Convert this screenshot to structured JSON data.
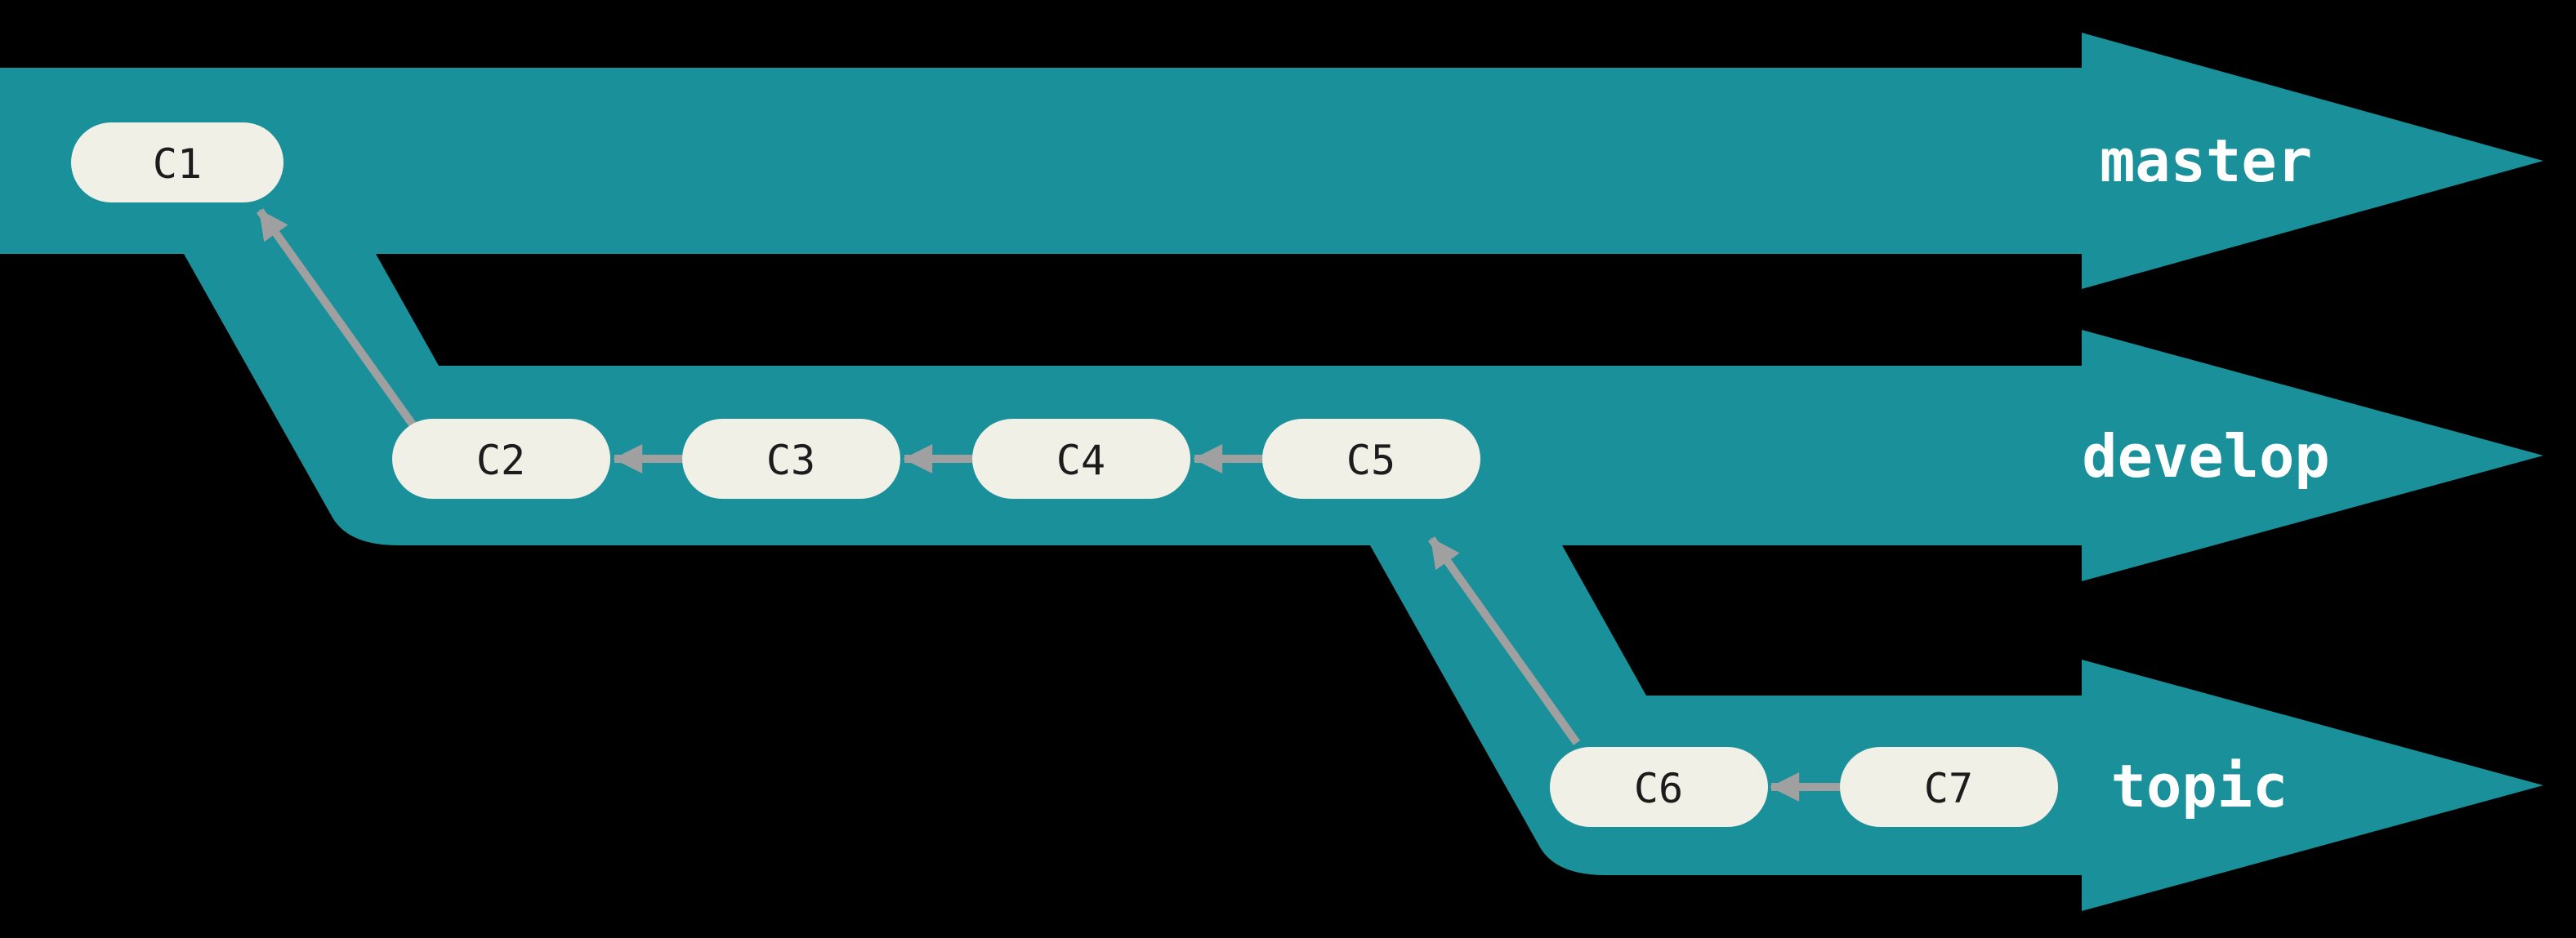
{
  "figure": {
    "kind": "git-branching-diagram",
    "background_color": "#000000",
    "colors": {
      "branch_band": "#19909a",
      "commit_node_fill": "#f1f0e7",
      "commit_text": "#1c1c1c",
      "arrow": "#a0a0a0",
      "branch_label_text": "#ffffff"
    },
    "branches": [
      {
        "label": "master",
        "commits": [
          {
            "id": "C1"
          }
        ]
      },
      {
        "label": "develop",
        "commits": [
          {
            "id": "C2"
          },
          {
            "id": "C3"
          },
          {
            "id": "C4"
          },
          {
            "id": "C5"
          }
        ]
      },
      {
        "label": "topic",
        "commits": [
          {
            "id": "C6"
          },
          {
            "id": "C7"
          }
        ]
      }
    ],
    "edges": [
      {
        "from": "C2",
        "to": "C1"
      },
      {
        "from": "C3",
        "to": "C2"
      },
      {
        "from": "C4",
        "to": "C3"
      },
      {
        "from": "C5",
        "to": "C4"
      },
      {
        "from": "C6",
        "to": "C5"
      },
      {
        "from": "C7",
        "to": "C6"
      }
    ]
  }
}
